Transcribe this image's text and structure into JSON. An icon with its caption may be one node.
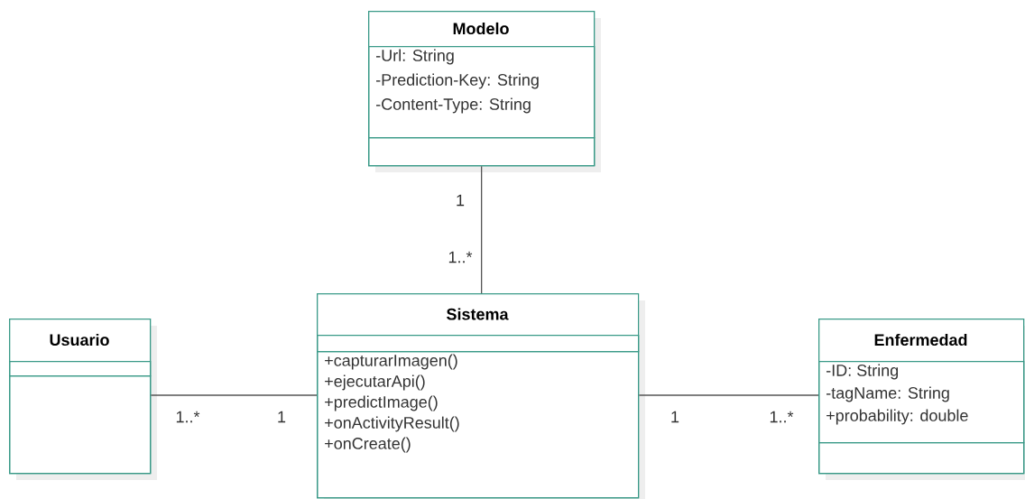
{
  "diagram": {
    "nodes": [
      {
        "text": [
          "Modelo"
        ]
      },
      {
        "text": [
          "-Url: String",
          "-Prediction-Key: String",
          "-Content-Type: String"
        ],
        "in": 0
      },
      {
        "text": [],
        "shape": "box",
        "in": 0
      },
      {
        "text": [
          "Usuario"
        ]
      },
      {
        "text": [],
        "shape": "box",
        "in": 3
      },
      {
        "text": [],
        "shape": "box",
        "in": 3
      },
      {
        "text": [
          "Sistema"
        ]
      },
      {
        "text": [],
        "shape": "box",
        "in": 6
      },
      {
        "text": [
          "+capturarImagen()",
          "+ejecutarApi()",
          "+predictImage()",
          "+onActivityResult()",
          "+onCreate()"
        ],
        "in": 6
      },
      {
        "text": [
          "Enfermedad"
        ]
      },
      {
        "text": [
          "-ID: String",
          "-tagName: String",
          "+probability: double"
        ],
        "in": 9
      },
      {
        "text": [],
        "shape": "box",
        "in": 9
      }
    ],
    "edges": [
      {
        "from": 0,
        "to": 6,
        "arrow": "none"
      },
      {
        "from": 3,
        "to": 6,
        "arrow": "none"
      },
      {
        "from": 6,
        "to": 9,
        "arrow": "none"
      }
    ],
    "labels": [
      "1",
      "1..*",
      "1..*",
      "1",
      "1",
      "1..*"
    ]
  }
}
